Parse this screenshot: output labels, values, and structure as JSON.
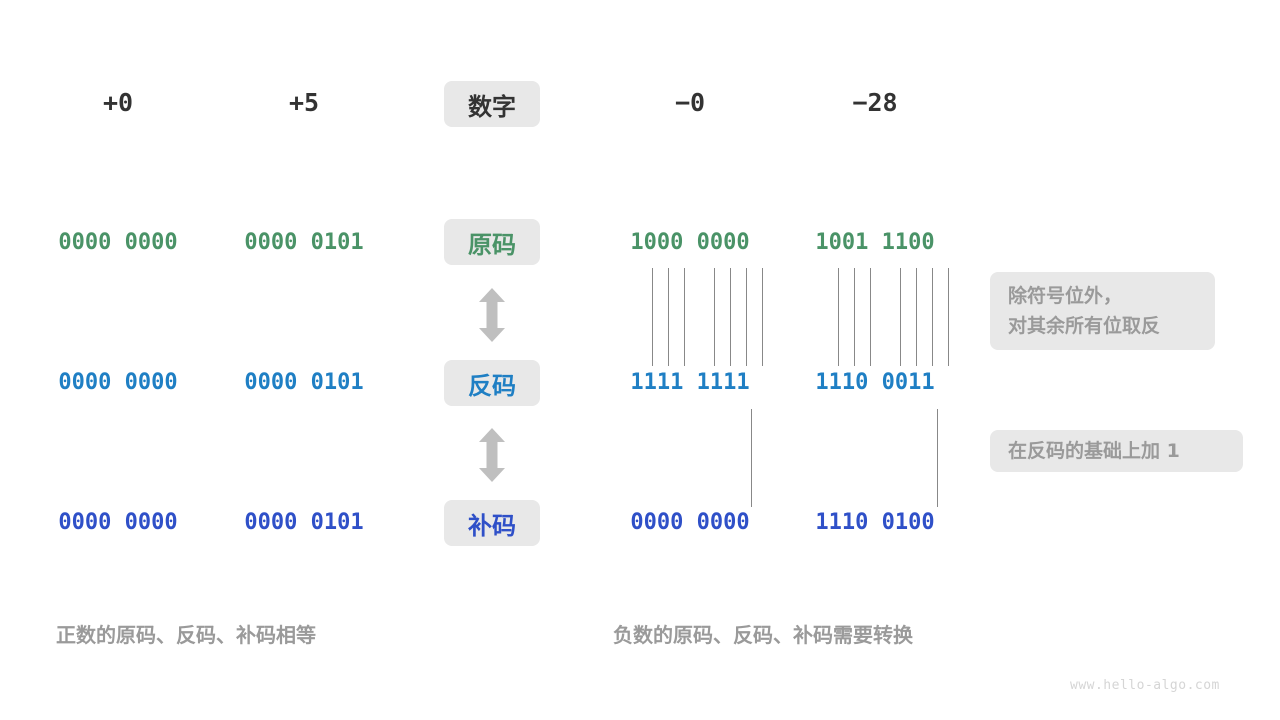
{
  "meta": {
    "watermark": "www.hello-algo.com",
    "colors": {
      "green": "#4a9367",
      "blue": "#1f7fc4",
      "darkblue": "#2f50c8",
      "badge_bg": "#e8e8e8",
      "note_text": "#9a9a9a",
      "header_text": "#333333",
      "line": "#888888"
    }
  },
  "row_labels": [
    {
      "key": "number",
      "label": "数字",
      "tone": "k-num"
    },
    {
      "key": "sign_mag",
      "label": "原码",
      "tone": "k-green"
    },
    {
      "key": "ones_comp",
      "label": "反码",
      "tone": "k-blue"
    },
    {
      "key": "twos_comp",
      "label": "补码",
      "tone": "k-dark"
    }
  ],
  "columns": [
    {
      "id": "plus-zero",
      "number": "+0",
      "sign_mag": "0000 0000",
      "ones_comp": "0000 0000",
      "twos_comp": "0000 0000"
    },
    {
      "id": "plus-five",
      "number": "+5",
      "sign_mag": "0000 0101",
      "ones_comp": "0000 0101",
      "twos_comp": "0000 0101"
    },
    {
      "id": "minus-zero",
      "number": "−0",
      "sign_mag": "1000 0000",
      "ones_comp": "1111 1111",
      "twos_comp": "0000 0000"
    },
    {
      "id": "minus-twentyeight",
      "number": "−28",
      "sign_mag": "1001 1100",
      "ones_comp": "1110 0011",
      "twos_comp": "1110 0100"
    }
  ],
  "notes": {
    "invert": "除符号位外，\n对其余所有位取反",
    "invert_line1": "除符号位外，",
    "invert_line2": "对其余所有位取反",
    "plus_one": "在反码的基础上加 1"
  },
  "captions": {
    "left": "正数的原码、反码、补码相等",
    "right": "负数的原码、反码、补码需要转换"
  },
  "arrows": {
    "sign_to_ones": "double-vertical-arrow",
    "ones_to_twos": "double-vertical-arrow"
  }
}
